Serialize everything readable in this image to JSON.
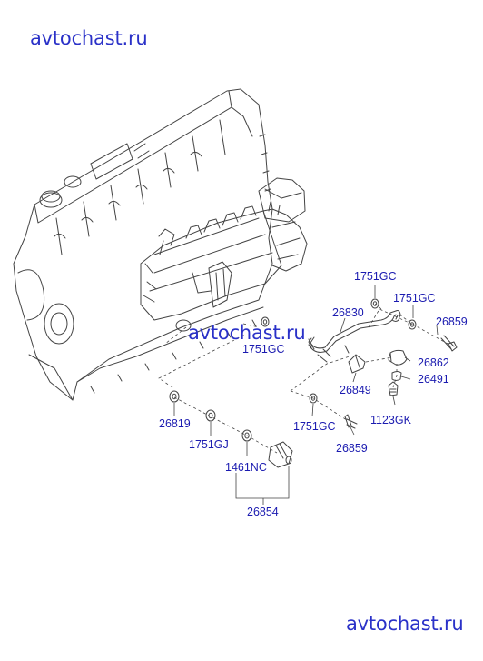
{
  "watermark_top": "avtochast.ru",
  "watermark_mid": "avtochast.ru",
  "watermark_bottom": "avtochast.ru",
  "colors": {
    "watermark": "#2a31c8",
    "label": "#1b1bb0",
    "line": "#444444"
  },
  "parts": {
    "p1751gc_a": "1751GC",
    "p1751gc_b": "1751GC",
    "p26830": "26830",
    "p26859_a": "26859",
    "p1751gc_c": "1751GC",
    "p26862": "26862",
    "p26491": "26491",
    "p26849": "26849",
    "p26819": "26819",
    "p1123gk": "1123GK",
    "p1751gc_d": "1751GC",
    "p1751gj": "1751GJ",
    "p26859_b": "26859",
    "p1461nc": "1461NC",
    "p26854": "26854"
  }
}
